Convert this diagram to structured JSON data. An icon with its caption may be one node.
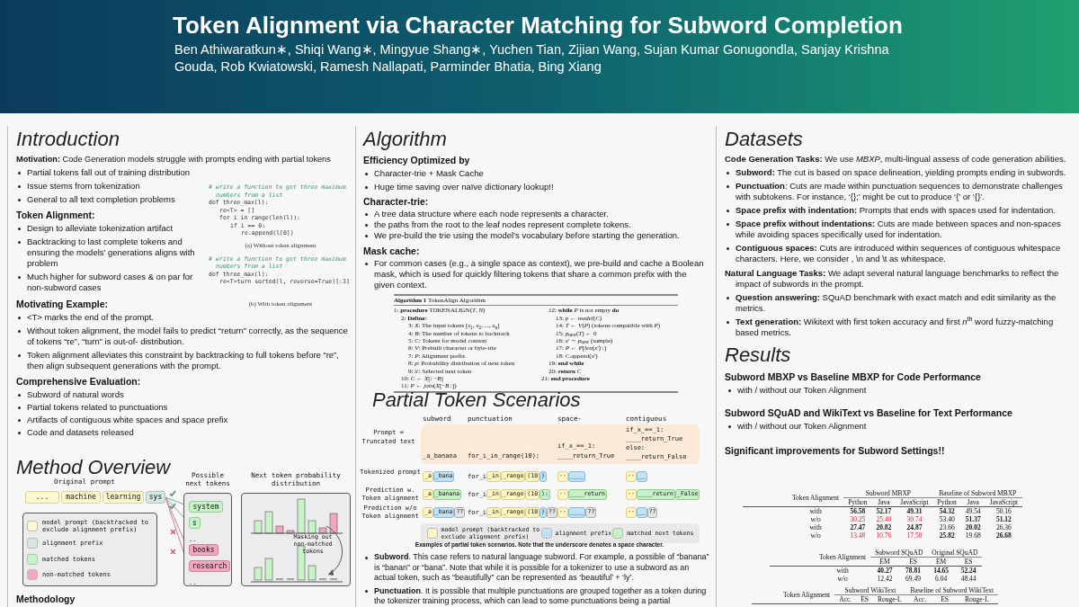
{
  "diagram": {
    "title": "Token Alignment via Character Matching for Subword Completion",
    "nodes": [
      {
        "text": [
          "..."
        ]
      },
      {
        "text": [
          "machine"
        ]
      },
      {
        "text": [
          "learning"
        ]
      },
      {
        "text": [
          "sys"
        ]
      },
      {
        "text": [
          "Possible next tokens"
        ]
      },
      {
        "text": [
          "system"
        ],
        "in": 4
      },
      {
        "text": [
          "s"
        ],
        "in": 4
      },
      {
        "text": [
          "books"
        ],
        "in": 4
      },
      {
        "text": [
          "research"
        ],
        "in": 4
      },
      {
        "text": [
          "Next token probability distribution"
        ]
      },
      {
        "text": [
          "_a"
        ]
      },
      {
        "text": [
          "_bana"
        ]
      },
      {
        "text": [
          "_in"
        ]
      },
      {
        "text": [
          "_range"
        ]
      },
      {
        "text": [
          "(10"
        ]
      },
      {
        "text": [
          ")"
        ]
      },
      {
        "text": [
          "··"
        ]
      },
      {
        "text": [
          "____"
        ]
      },
      {
        "text": [
          "··"
        ]
      },
      {
        "text": [
          "__"
        ]
      },
      {
        "text": [
          "_a"
        ]
      },
      {
        "text": [
          "_banana"
        ]
      },
      {
        "text": [
          "_in"
        ]
      },
      {
        "text": [
          "_range"
        ]
      },
      {
        "text": [
          "(10"
        ]
      },
      {
        "text": [
          "):"
        ]
      },
      {
        "text": [
          "··"
        ]
      },
      {
        "text": [
          "____return"
        ]
      },
      {
        "text": [
          "··"
        ]
      },
      {
        "text": [
          "____return"
        ]
      },
      {
        "text": [
          "_False"
        ]
      },
      {
        "text": [
          "_a"
        ]
      },
      {
        "text": [
          "_bana"
        ]
      },
      {
        "text": [
          "??"
        ]
      },
      {
        "text": [
          "_in"
        ]
      },
      {
        "text": [
          "_range"
        ]
      },
      {
        "text": [
          "(10"
        ]
      },
      {
        "text": [
          ")"
        ]
      },
      {
        "text": [
          "??"
        ]
      },
      {
        "text": [
          "··"
        ]
      },
      {
        "text": [
          "____"
        ]
      },
      {
        "text": [
          "??"
        ]
      },
      {
        "text": [
          "··"
        ]
      },
      {
        "text": [
          "__"
        ]
      },
      {
        "text": [
          "??"
        ]
      }
    ],
    "edges": [
      {
        "from": 3,
        "to": 5,
        "arrow": "none",
        "color": "#6fae9c"
      },
      {
        "from": 3,
        "to": 6,
        "arrow": "none",
        "color": "#6fae9c"
      },
      {
        "from": 3,
        "to": 7,
        "arrow": "none",
        "color": "#d27f96"
      },
      {
        "from": 3,
        "to": 8,
        "arrow": "none",
        "color": "#d27f96"
      }
    ],
    "labels": [
      "Ben Athiwaratkun∗, Shiqi Wang∗, Mingyue Shang∗, Yuchen Tian, Zijian Wang, Sujan Kumar Gonugondla, Sanjay Krishna Gouda, Rob Kwiatowski, Ramesh Nallapati, Parminder Bhatia, Bing Xiang",
      "Introduction",
      "**Motivation:** Code Generation models struggle with prompts ending with partial tokens",
      "Partial tokens fall out of training distribution",
      "Issue stems from tokenization",
      "General to all text completion problems",
      "Token Alignment:",
      "Design to alleviate tokenization artifact",
      "Backtracking to last complete tokens and ensuring the models’ generations aligns with problem",
      "Much higher for subword cases & on par for non-subword cases",
      "# write a function to get three maximum numbers from a list",
      "def three_max(l):",
      "re<T> = []",
      "for i in range(len(l)):",
      "if i == 0:",
      "re.append(l[0])",
      "(a) Without token alignment",
      "# write a function to get three maximum numbers from a list",
      "def three_max(l):",
      "re<T>turn sorted(l, reverse=True)[:3]",
      "(b) With token alignment",
      "Motivating Example:",
      "<T> marks the end of the prompt.",
      "Without token alignment, the model fails to predict “return” correctly, as the sequence of tokens “re”, “turn” is out-of- distribution.",
      "Token alignment alleviates this constraint by backtracking to full tokens before “re”, then align subsequent generations with the prompt.",
      "Comprehensive Evaluation:",
      "Subword of natural words",
      "Partial tokens related to punctuations",
      "Artifacts of contiguous white spaces and space prefix",
      "Code and datasets released",
      "Method Overview",
      "Original prompt",
      "..",
      "..",
      "Masking out non-matched tokens",
      "Methodology",
      "Algorithm",
      "Efficiency Optimized by",
      "Character-trie + Mask Cache",
      "Huge time saving over naïve dictionary lookup!!",
      "Character-trie:",
      "A tree data structure where each node represents a character.",
      "the paths from the root to the leaf nodes represent complete tokens.",
      "We pre-build the trie using the model’s vocabulary before starting the generation.",
      "Mask cache:",
      "For common cases (e.g., a single space as context), we pre-build and cache a Boolean mask, which is used for quickly filtering tokens that share a common prefix with the given context.",
      "**Algorithm 1** TokenAlign Algorithm",
      "1: **procedure** TOKENALIGN(*T*, *N*)",
      "2: **Define:**",
      "3: *X*: The input tokens [*x*$_{1}$, *x*$_{2}$, ..., *x*$_{n}$]",
      "4: *B*: The number of tokens to backtrack",
      "5: *C*: Tokens for model context",
      "6: *V*: Prebuilt character or byte-trie",
      "7: *P*: Alignment prefix",
      "8: *p*: Probability distribution of next token",
      "9: *x*′: Selected next token",
      "10: *C* ← *X*[: −*B*]",
      "11: *P* ← *join*(*X*[−*B* :])",
      "12: **while** *P* is not empty **do**",
      "13: *p* ← *model*(*C*)",
      "14: *T* ← *V*(*P*) (tokens compatible with *P*)",
      "15: *p*$_{new}$(*T*) ← 0",
      "16: *x*′ ∼ *p*$_{new}$ (sample)",
      "17: *P* ← *P*[*len*(*x*′) :]",
      "18: *C*.append(*x*′)",
      "19: **end while**",
      "20: **return** *C*",
      "21: **end procedure**",
      "Partial Token Scenarios",
      "subword",
      "punctuation",
      "space-prefix",
      "contiguous spaces",
      "Prompt = Truncated text",
      "_a_banana",
      "for_i_in_range(10):",
      "if_x_==_1: ____return_True",
      "if_x_==_1: ____return_True else: ____return_False",
      "Tokenized prompt",
      "for_i",
      "Prediction w. Token alignment",
      "for_i",
      "Prediction w/o Token alignment",
      "for_i",
      "Examples of partial token scenarios. Note that the underscore denotes a space character.",
      "**Subword**. This case refers to natural language subword. For example, a possible of “banana” is “banan” or “bana”. Note that while it is possible for a tokenizer to use a subword as an actual token, such as “beautifully” can be represented as ‘beautiful’ + ‘ly’.",
      "**Punctuation**. It is possible that multiple punctuations are grouped together as a token during the tokenizer training process, which can lead to some punctuations being a partial",
      "Datasets",
      "**Code Generation Tasks:** We use *MBXP*, multi-lingual assess of code generation abilities.",
      "**Subword:** The cut is based on space delineation, yielding prompts ending in subwords.",
      "**Punctuation**: Cuts are made within punctuation sequences to demonstrate challenges with subtokens. For instance, ‘{};’ might be cut to produce ‘{’ or ‘{}’.",
      "**Space prefix with indentation:** Prompts that ends with spaces used for indentation.",
      "**Space prefix without indentations:** Cuts are made between spaces and non-spaces while avoiding spaces specifically used for indentation.",
      "**Contiguous spaces:** Cuts are introduced within sequences of contiguous whitespace characters. Here, we consider , \\n and \\t as whitespace.",
      "**Natural Language Tasks:** We adapt several natural language benchmarks to reflect the impact of subwords in the prompt.",
      "**Question answering:** SQuAD benchmark with exact match and edit similarity as the metrics.",
      "**Text generation:** Wikitext with first token accuracy and first *n*$^{th}$ word fuzzy-matching based metrics.",
      "Results",
      "Subword MBXP vs Baseline MBXP for Code Performance",
      "with / without our Token Alignment",
      "Subword SQuAD and WikiText vs Baseline for Text Performance",
      "with / without our Token Alignment",
      "Significant improvements for Subword Settings!!",
      "Token Alignment",
      "Subword MBXP",
      "Baseline of Subword MBXP",
      "Python",
      "Java",
      "JavaScript",
      "Python",
      "Java",
      "JavaScript",
      "with",
      "56.58",
      "52.17",
      "49.31",
      "54.32",
      "49.54",
      "50.16",
      "w/o",
      "30.25",
      "25.40",
      "30.74",
      "53.40",
      "51.37",
      "51.12",
      "with",
      "27.47",
      "20.82",
      "24.87",
      "23.66",
      "20.02",
      "26.36",
      "w/o",
      "13.48",
      "10.76",
      "17.50",
      "25.82",
      "19.68",
      "26.68",
      "Token Alignment",
      "Subword SQuAD",
      "Original SQuAD",
      "EM",
      "ES",
      "EM",
      "ES",
      "with",
      "40.27",
      "78.81",
      "14.65",
      "52.24",
      "w/o",
      "12.42",
      "69.49",
      "6.04",
      "48.44",
      "Token Alignment",
      "Subword WikiText",
      "Baseline of Subword WikiText",
      "Acc.",
      "ES",
      "Rouge-L",
      "Acc.",
      "ES",
      "Rouge-L"
    ],
    "legend": [
      {
        "text": "model prompt (backtracked to exclude alignment prefix)",
        "color": "#fdf8cf"
      },
      {
        "text": "alignment prefix",
        "color": "#d5e8e3"
      },
      {
        "text": "matched tokens",
        "color": "#c8f3c8"
      },
      {
        "text": "non-matched tokens",
        "color": "#f3a6c2"
      },
      {
        "text": "model prompt (backtracked to exclude alignment prefix)",
        "color": "#fdf6c3"
      },
      {
        "text": "alignment prefix",
        "color": "#bfe2f5"
      },
      {
        "text": "matched next tokens",
        "color": "#c6f1c6"
      }
    ]
  }
}
